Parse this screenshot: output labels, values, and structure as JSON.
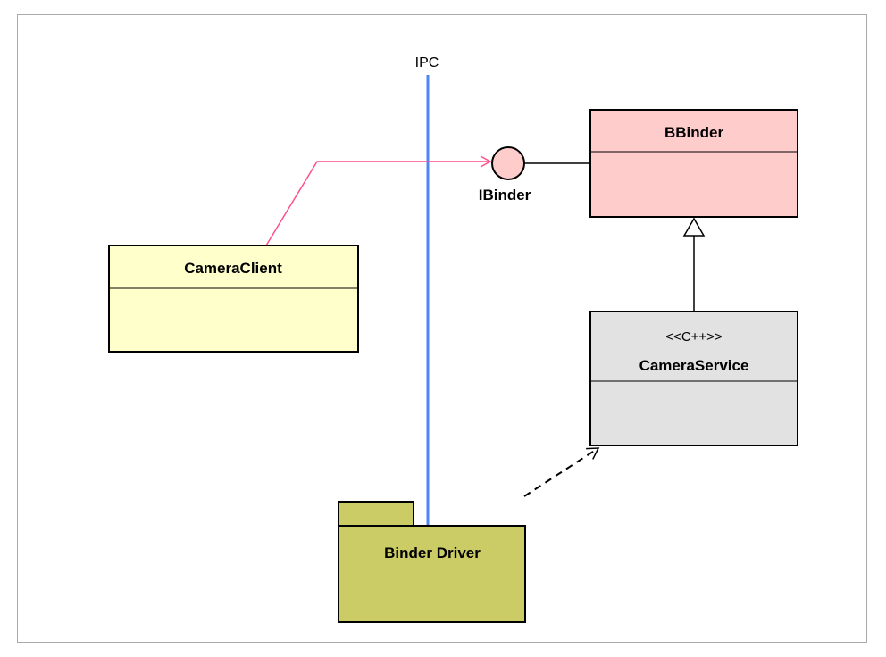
{
  "ipc_label": "IPC",
  "interface": {
    "label": "IBinder"
  },
  "classes": {
    "bbinder": {
      "name": "BBinder",
      "fill": "#ffcccc"
    },
    "camera_client": {
      "name": "CameraClient",
      "fill": "#ffffcc"
    },
    "camera_service": {
      "name": "CameraService",
      "stereotype": "<<C++>>",
      "fill": "#e2e2e2"
    }
  },
  "package": {
    "name": "Binder Driver",
    "fill": "#cccc66"
  },
  "colors": {
    "ipc_line": "#4f86f7",
    "client_arrow": "#ff4f8b",
    "interface_fill": "#ffcccc"
  }
}
